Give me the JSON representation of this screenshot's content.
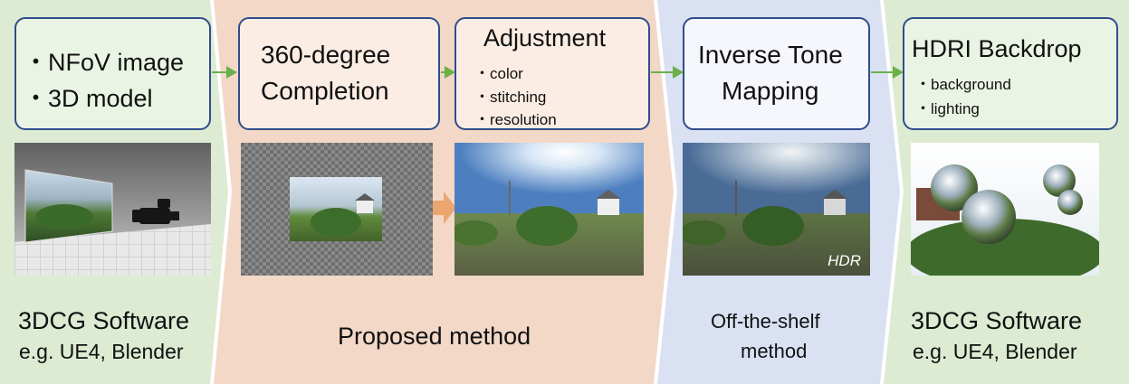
{
  "stage1": {
    "items": [
      "NFoV image",
      "3D model"
    ],
    "software": "3DCG Software",
    "examples": "e.g. UE4, Blender"
  },
  "stage2": {
    "completion_line1": "360-degree",
    "completion_line2": "Completion",
    "adjust_title": "Adjustment",
    "adjust_items": [
      "color",
      "stitching",
      "resolution"
    ],
    "caption": "Proposed method"
  },
  "stage3": {
    "title_line1": "Inverse Tone",
    "title_line2": "Mapping",
    "hdr_label": "HDR",
    "caption_line1": "Off-the-shelf",
    "caption_line2": "method"
  },
  "stage4": {
    "title": "HDRI Backdrop",
    "items": [
      "background",
      "lighting"
    ],
    "software": "3DCG Software",
    "examples": "e.g. UE4, Blender"
  },
  "colors": {
    "green_band": "#dcebd2",
    "peach_band": "#f3d8c7",
    "blue_band": "#d9e1f3",
    "box_border": "#2f4d8c",
    "arrow": "#6cb04a",
    "orange_arrow": "#eba66f"
  }
}
